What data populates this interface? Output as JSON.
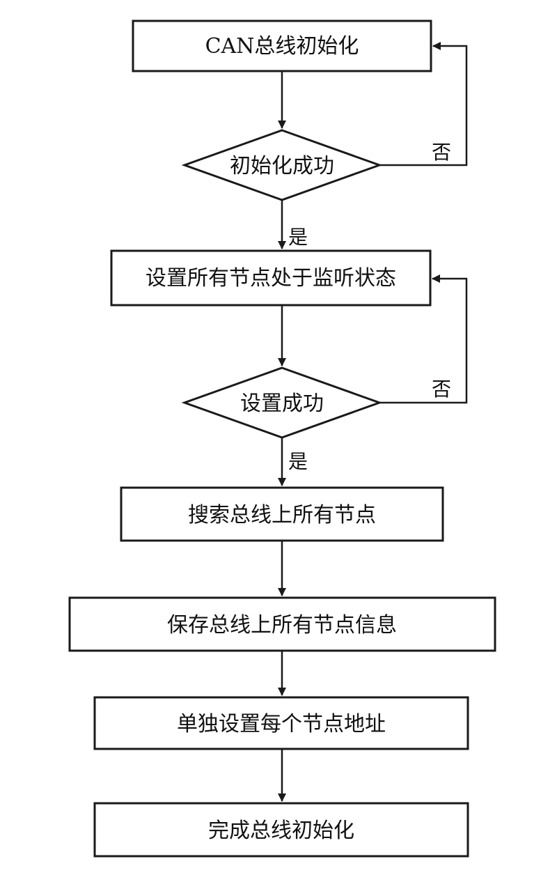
{
  "flowchart": {
    "steps": {
      "can_init": "CAN总线初始化",
      "init_ok": "初始化成功",
      "set_listen": "设置所有节点处于监听状态",
      "set_ok": "设置成功",
      "search_nodes": "搜索总线上所有节点",
      "save_info": "保存总线上所有节点信息",
      "set_address": "单独设置每个节点地址",
      "done": "完成总线初始化"
    },
    "labels": {
      "no_1": "否",
      "yes_1": "是",
      "no_2": "否",
      "yes_2": "是"
    }
  }
}
